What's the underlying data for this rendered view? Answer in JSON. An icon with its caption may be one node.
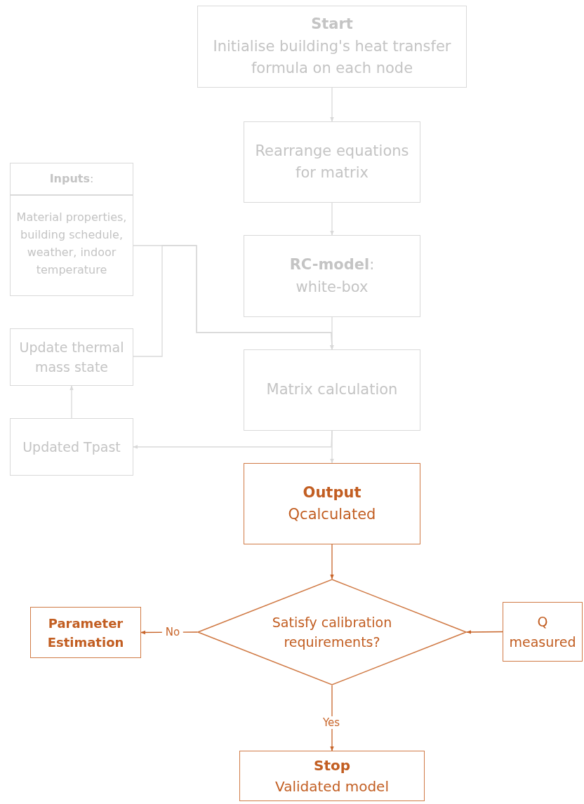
{
  "diagram": {
    "nodes": [
      {
        "text": [
          "Start",
          "Initialise building's heat transfer formula on each node"
        ]
      },
      {
        "text": [
          "Rearrange equations for matrix"
        ]
      },
      {
        "text": [
          "**Inputs**:",
          "Material properties, building schedule, weather, indoor temperature"
        ]
      },
      {
        "text": [
          "**RC-model**:",
          "white-box"
        ]
      },
      {
        "text": [
          "Update thermal mass state"
        ]
      },
      {
        "text": [
          "Matrix calculation"
        ]
      },
      {
        "text": [
          "Updated Tpast"
        ]
      },
      {
        "text": [
          "Output",
          "Qcalculated"
        ]
      },
      {
        "text": [
          "Parameter Estimation"
        ]
      },
      {
        "text": [
          "Satisfy calibration requirements?"
        ]
      },
      {
        "text": [
          "Q measured"
        ]
      },
      {
        "text": [
          "Stop",
          "Validated model"
        ]
      }
    ],
    "edges": [
      {
        "from": 0,
        "to": 1,
        "arrow": "to"
      },
      {
        "from": 1,
        "to": 3,
        "arrow": "to"
      },
      {
        "from": 3,
        "to": 5,
        "arrow": "to"
      },
      {
        "from": 2,
        "to": 5,
        "arrow": "to"
      },
      {
        "from": 4,
        "to": 5,
        "arrow": "to"
      },
      {
        "from": 5,
        "to": 6,
        "arrow": "to"
      },
      {
        "from": 5,
        "to": 7,
        "arrow": "to"
      },
      {
        "from": 6,
        "to": 4,
        "arrow": "to"
      },
      {
        "from": 7,
        "to": 9,
        "arrow": "to",
        "color": "#c8652a"
      },
      {
        "from": 9,
        "to": 8,
        "arrow": "to",
        "label": "No",
        "color": "#c8652a"
      },
      {
        "from": 10,
        "to": 9,
        "arrow": "to",
        "color": "#c8652a"
      },
      {
        "from": 9,
        "to": 11,
        "arrow": "to",
        "label": "Yes",
        "color": "#c8652a"
      }
    ]
  }
}
